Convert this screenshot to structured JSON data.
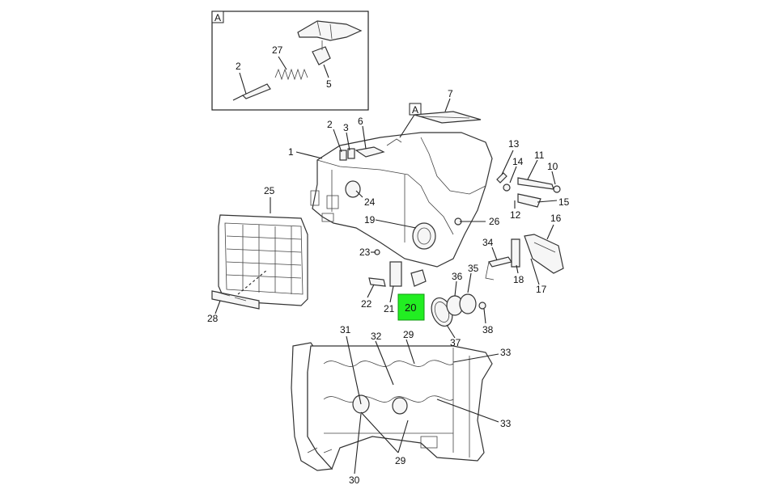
{
  "inset": {
    "label": "A"
  },
  "highlight": {
    "label": "20",
    "color": "#22ee22"
  },
  "ref_marker": {
    "label": "A"
  },
  "callouts": {
    "c1": "1",
    "c2a": "2",
    "c2b": "2",
    "c3": "3",
    "c5": "5",
    "c6": "6",
    "c7": "7",
    "c10": "10",
    "c11": "11",
    "c12": "12",
    "c13": "13",
    "c14": "14",
    "c15": "15",
    "c16": "16",
    "c17": "17",
    "c18": "18",
    "c19": "19",
    "c21": "21",
    "c22": "22",
    "c23": "23",
    "c24": "24",
    "c25": "25",
    "c26": "26",
    "c27": "27",
    "c28": "28",
    "c29a": "29",
    "c29b": "29",
    "c30": "30",
    "c31": "31",
    "c32": "32",
    "c33a": "33",
    "c33b": "33",
    "c34": "34",
    "c35": "35",
    "c36": "36",
    "c37": "37",
    "c38": "38"
  }
}
